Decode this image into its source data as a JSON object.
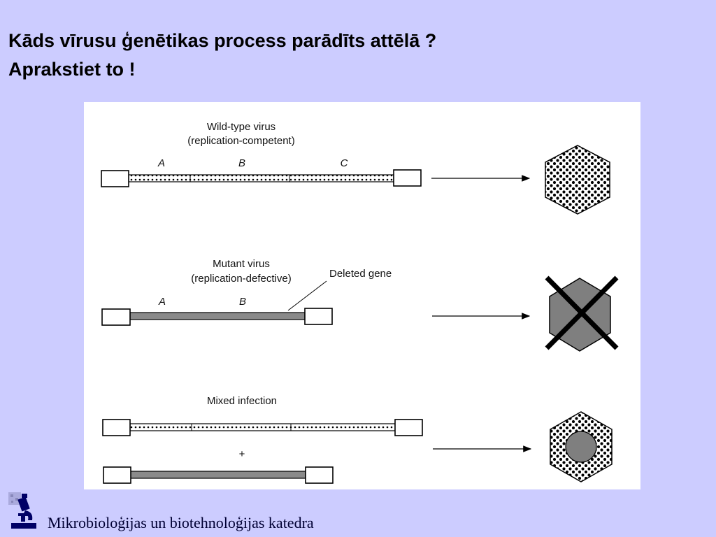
{
  "slide": {
    "title_line1": "Kāds vīrusu ģenētikas process parādīts attēlā ?",
    "title_line2": "Aprakstiet to !"
  },
  "diagram": {
    "wild_type": {
      "label_line1": "Wild-type virus",
      "label_line2": "(replication-competent)",
      "genes": [
        "A",
        "B",
        "C"
      ]
    },
    "mutant": {
      "label_line1": "Mutant virus",
      "label_line2": "(replication-defective)",
      "deleted_label": "Deleted gene",
      "genes": [
        "A",
        "B"
      ]
    },
    "mixed": {
      "label": "Mixed infection",
      "plus": "+"
    }
  },
  "footer": {
    "department": "Mikrobioloģijas un biotehnoloģijas katedra",
    "logo_icon": "microscope-icon"
  },
  "colors": {
    "background": "#ccccff",
    "text": "#000000",
    "footer_text": "#000033",
    "mutant_bar": "#8a8a8a",
    "capsid_gray": "#7f7f7f"
  }
}
